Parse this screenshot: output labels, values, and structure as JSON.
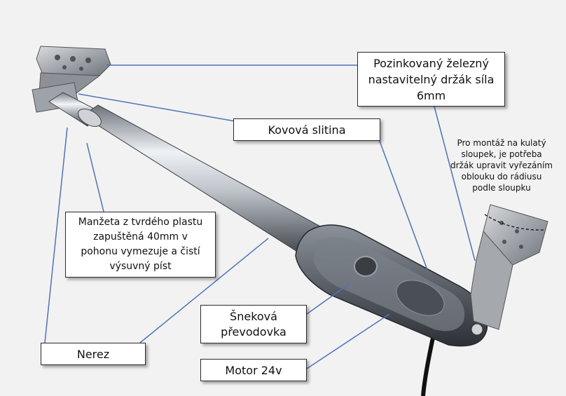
{
  "labels": {
    "galvanized_bracket": "Pozinkovaný železný\nnastavitelný držák síla\n6mm",
    "metal_alloy": "Kovová slitina",
    "hard_plastic_sleeve": "Manžeta z tvrdého plastu\nzapuštěná 40mm v\npohonu vymezuje a čistí\nvýsuvný píst",
    "worm_gearbox": "Šneková\npřevodovka",
    "stainless_steel": "Nerez",
    "motor_24v": "Motor 24v",
    "round_post_note": "Pro montáž na kulatý\nsloupek, je potřeba\ndržák upravit vyřezáním\noblouku do rádiusu\npodle sloupku"
  },
  "colors": {
    "background": "#f2f2f2",
    "leader_line": "#4f73b6",
    "box_border": "#2b2b2b",
    "chrome": "#c9ccd1",
    "housing": "#5b5f66"
  }
}
